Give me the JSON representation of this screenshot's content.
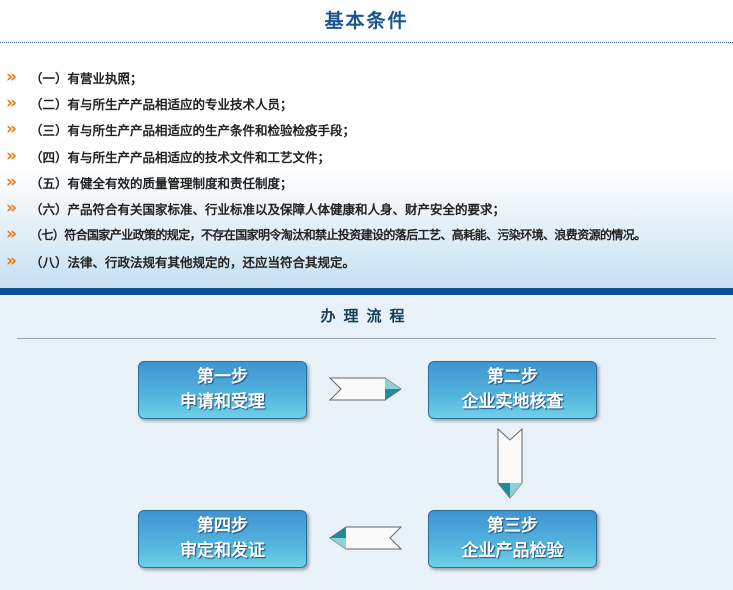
{
  "title": "基本条件",
  "conditions": [
    "（一）有营业执照；",
    "（二）有与所生产产品相适应的专业技术人员；",
    "（三）有与所生产产品相适应的生产条件和检验检疫手段；",
    "（四）有与所生产产品相适应的技术文件和工艺文件；",
    "（五）有健全有效的质量管理制度和责任制度；",
    "（六）产品符合有关国家标准、行业标准以及保障人体健康和人身、财产安全的要求；",
    "（七）符合国家产业政策的规定，不存在国家明令淘汰和禁止投资建设的落后工艺、高耗能、污染环境、浪费资源的情况。",
    "（八）法律、行政法规有其他规定的，还应当符合其规定。"
  ],
  "process": {
    "title": "办理流程",
    "steps": [
      {
        "step": "第一步",
        "label": "申请和受理"
      },
      {
        "step": "第二步",
        "label": "企业实地核查"
      },
      {
        "step": "第三步",
        "label": "企业产品检验"
      },
      {
        "step": "第四步",
        "label": "审定和发证"
      }
    ]
  }
}
